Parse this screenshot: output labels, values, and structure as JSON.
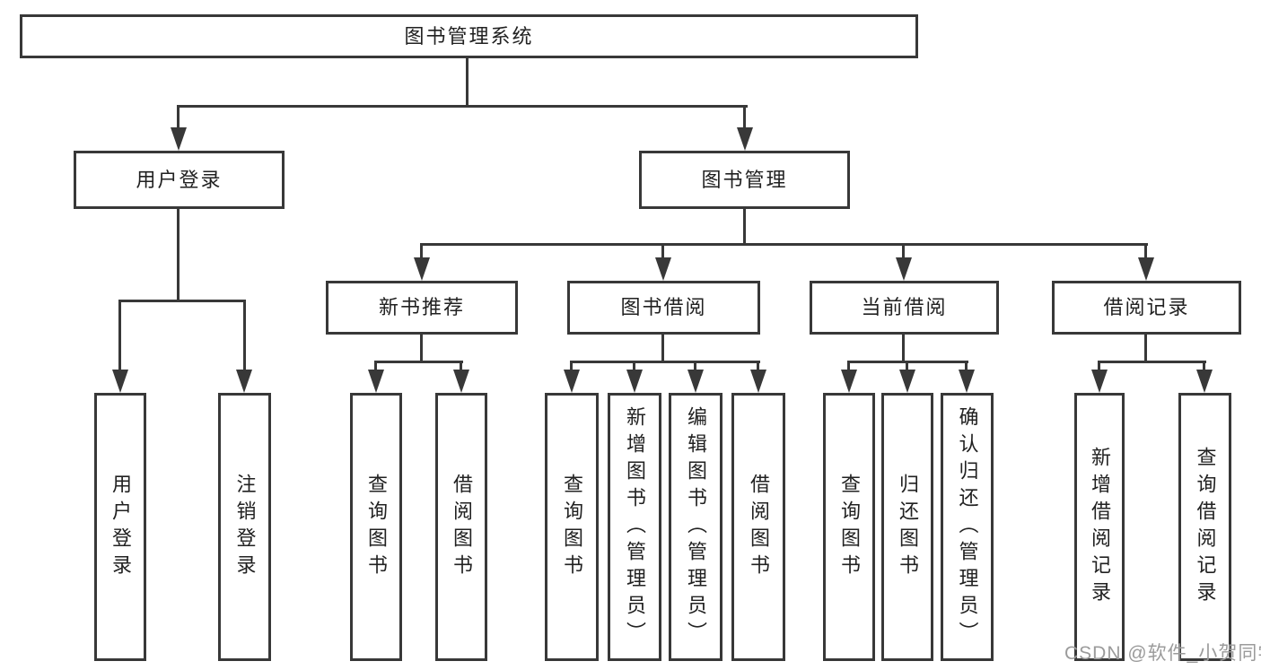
{
  "root": {
    "label": "图书管理系统"
  },
  "level2": {
    "user_login": {
      "label": "用户登录"
    },
    "book_management": {
      "label": "图书管理"
    }
  },
  "level3": {
    "new_book_recommend": {
      "label": "新书推荐"
    },
    "book_borrow": {
      "label": "图书借阅"
    },
    "current_borrow": {
      "label": "当前借阅"
    },
    "borrow_records": {
      "label": "借阅记录"
    }
  },
  "leaves": {
    "user_login_leaf": {
      "label": "用户登录"
    },
    "logout": {
      "label": "注销登录"
    },
    "nbr_query_books": {
      "label": "查询图书"
    },
    "nbr_borrow_books": {
      "label": "借阅图书"
    },
    "bb_query_books": {
      "label": "查询图书"
    },
    "bb_add_books_admin": {
      "label": "新增图书（管理员）"
    },
    "bb_edit_books_admin": {
      "label": "编辑图书（管理员）"
    },
    "bb_borrow_books": {
      "label": "借阅图书"
    },
    "cb_query_books": {
      "label": "查询图书"
    },
    "cb_return_books": {
      "label": "归还图书"
    },
    "cb_confirm_return_admin": {
      "label": "确认归还（管理员）"
    },
    "br_add_record": {
      "label": "新增借阅记录"
    },
    "br_query_record": {
      "label": "查询借阅记录"
    }
  },
  "watermark": {
    "text": "CSDN @软件_小贺同学"
  },
  "colors": {
    "line": "#383838",
    "text": "#212121",
    "watermark": "#9b9b9b",
    "background": "#ffffff"
  }
}
